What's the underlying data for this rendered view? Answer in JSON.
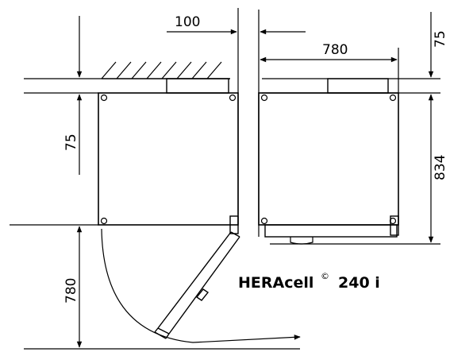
{
  "title": {
    "brand": "HERAcell",
    "mark": "©",
    "model": "240 i"
  },
  "dimensions": {
    "wall_gap": "100",
    "depth_top": "780",
    "side_clearance": "75",
    "left_height": "75",
    "height": "834",
    "door_swing": "780"
  }
}
